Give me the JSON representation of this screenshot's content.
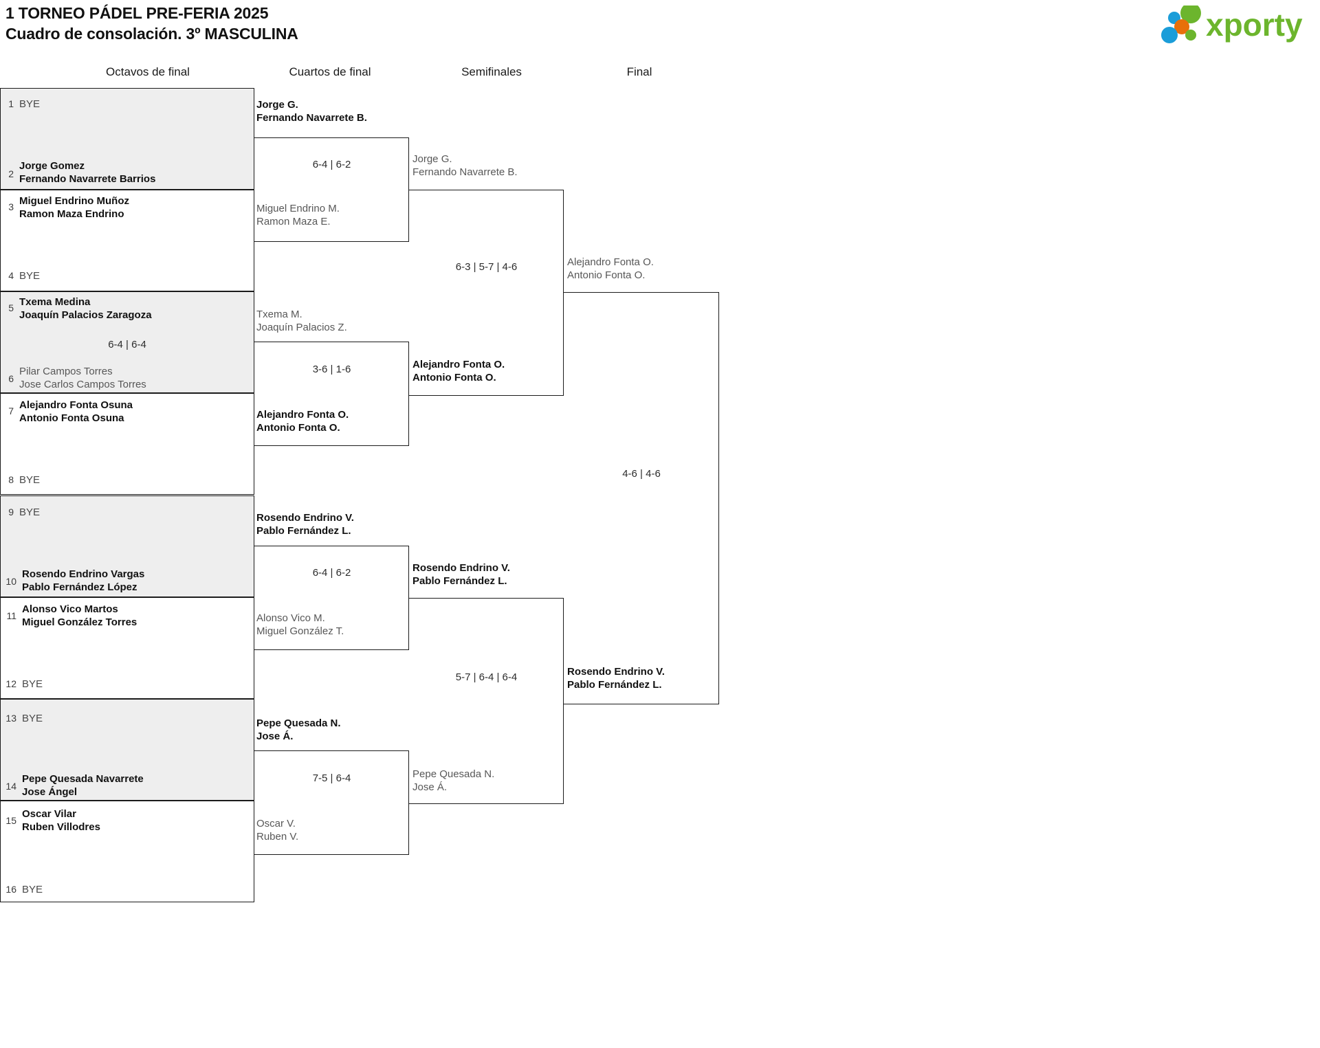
{
  "header": {
    "title_line1": "1 TORNEO PÁDEL PRE-FERIA 2025",
    "title_line2": "Cuadro de consolación. 3º MASCULINA",
    "logo_text": "xporty",
    "logo_colors": {
      "green": "#6cb52d",
      "blue": "#1b9dd9",
      "orange": "#e8700a"
    }
  },
  "rounds": [
    {
      "label": "Octavos de final"
    },
    {
      "label": "Cuartos de final"
    },
    {
      "label": "Semifinales"
    },
    {
      "label": "Final"
    }
  ],
  "bye_label": "BYE",
  "octavos": {
    "entries": [
      {
        "seed": "1",
        "bye": true,
        "line1": "BYE",
        "line2": "",
        "status": "win"
      },
      {
        "seed": "2",
        "bye": false,
        "line1": "Jorge Gomez",
        "line2": "Fernando Navarrete Barrios",
        "status": "win"
      },
      {
        "seed": "3",
        "bye": false,
        "line1": "Miguel Endrino Muñoz",
        "line2": "Ramon Maza Endrino",
        "status": "win"
      },
      {
        "seed": "4",
        "bye": true,
        "line1": "BYE",
        "line2": "",
        "status": "win"
      },
      {
        "seed": "5",
        "bye": false,
        "line1": "Txema Medina",
        "line2": "Joaquín Palacios Zaragoza",
        "status": "win"
      },
      {
        "seed": "6",
        "bye": false,
        "line1": "Pilar Campos Torres",
        "line2": "Jose Carlos Campos Torres",
        "status": "lose"
      },
      {
        "seed": "7",
        "bye": false,
        "line1": "Alejandro Fonta Osuna",
        "line2": "Antonio Fonta Osuna",
        "status": "win"
      },
      {
        "seed": "8",
        "bye": true,
        "line1": "BYE",
        "line2": "",
        "status": "win"
      },
      {
        "seed": "9",
        "bye": true,
        "line1": "BYE",
        "line2": "",
        "status": "win"
      },
      {
        "seed": "10",
        "bye": false,
        "line1": "Rosendo Endrino Vargas",
        "line2": "Pablo Fernández López",
        "status": "win"
      },
      {
        "seed": "11",
        "bye": false,
        "line1": "Alonso Vico Martos",
        "line2": "Miguel González Torres",
        "status": "win"
      },
      {
        "seed": "12",
        "bye": true,
        "line1": "BYE",
        "line2": "",
        "status": "win"
      },
      {
        "seed": "13",
        "bye": true,
        "line1": "BYE",
        "line2": "",
        "status": "win"
      },
      {
        "seed": "14",
        "bye": false,
        "line1": "Pepe Quesada Navarrete",
        "line2": "Jose Ángel",
        "status": "win"
      },
      {
        "seed": "15",
        "bye": false,
        "line1": "Oscar Vilar",
        "line2": "Ruben Villodres",
        "status": "win"
      },
      {
        "seed": "16",
        "bye": true,
        "line1": "BYE",
        "line2": "",
        "status": "win"
      }
    ],
    "scores": [
      "",
      "",
      "6-4 | 6-4",
      "",
      "",
      "",
      "",
      ""
    ]
  },
  "cuartos": {
    "matches": [
      {
        "top": {
          "line1": "Jorge G.",
          "line2": "Fernando Navarrete B.",
          "status": "win"
        },
        "bottom": {
          "line1": "Miguel Endrino M.",
          "line2": "Ramon Maza E.",
          "status": "lose"
        },
        "score": "6-4 | 6-2"
      },
      {
        "top": {
          "line1": "Txema M.",
          "line2": "Joaquín Palacios Z.",
          "status": "lose"
        },
        "bottom": {
          "line1": "Alejandro Fonta O.",
          "line2": "Antonio Fonta O.",
          "status": "win"
        },
        "score": "3-6 | 1-6"
      },
      {
        "top": {
          "line1": "Rosendo Endrino V.",
          "line2": "Pablo Fernández L.",
          "status": "win"
        },
        "bottom": {
          "line1": "Alonso Vico M.",
          "line2": "Miguel González T.",
          "status": "lose"
        },
        "score": "6-4 | 6-2"
      },
      {
        "top": {
          "line1": "Pepe Quesada N.",
          "line2": "Jose Á.",
          "status": "win"
        },
        "bottom": {
          "line1": "Oscar V.",
          "line2": "Ruben V.",
          "status": "lose"
        },
        "score": "7-5 | 6-4"
      }
    ]
  },
  "semifinales": {
    "matches": [
      {
        "top": {
          "line1": "Jorge G.",
          "line2": "Fernando Navarrete B.",
          "status": "lose"
        },
        "bottom": {
          "line1": "Alejandro Fonta O.",
          "line2": "Antonio Fonta O.",
          "status": "win"
        },
        "score": "6-3 | 5-7 | 4-6"
      },
      {
        "top": {
          "line1": "Rosendo Endrino V.",
          "line2": "Pablo Fernández L.",
          "status": "win"
        },
        "bottom": {
          "line1": "Pepe Quesada N.",
          "line2": "Jose Á.",
          "status": "lose"
        },
        "score": "5-7 | 6-4 | 6-4"
      }
    ]
  },
  "final": {
    "matches": [
      {
        "top": {
          "line1": "Alejandro Fonta O.",
          "line2": "Antonio Fonta O.",
          "status": "lose"
        },
        "bottom": {
          "line1": "Rosendo Endrino V.",
          "line2": "Pablo Fernández L.",
          "status": "win"
        },
        "score": "4-6 | 4-6"
      }
    ]
  }
}
